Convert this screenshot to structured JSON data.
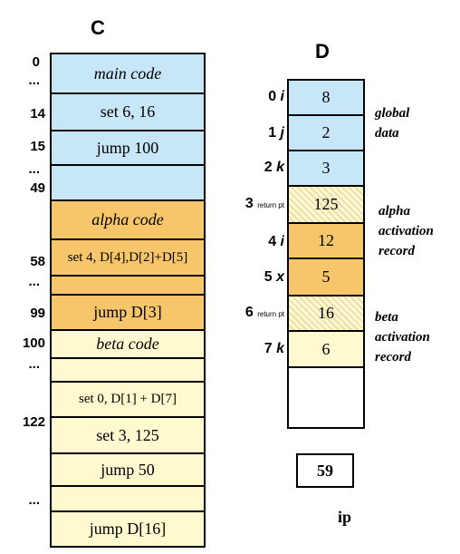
{
  "code_column": {
    "title": "C",
    "address_labels": [
      "0",
      "...",
      "14",
      "15",
      "...",
      "49",
      "58",
      "...",
      "99",
      "100",
      "...",
      "122",
      "..."
    ],
    "cells": [
      "main code",
      "set 6, 16",
      "jump 100",
      "",
      "alpha code",
      "set 4, D[4],D[2]+D[5]",
      "",
      "jump D[3]",
      "beta code",
      "",
      "set 0, D[1] + D[7]",
      "set 3, 125",
      "jump 50",
      "",
      "jump D[16]"
    ]
  },
  "data_column": {
    "title": "D",
    "rows": [
      {
        "index": "0",
        "var": "i",
        "value": "8"
      },
      {
        "index": "1",
        "var": "j",
        "value": "2"
      },
      {
        "index": "2",
        "var": "k",
        "value": "3"
      },
      {
        "index": "3",
        "var": "return pt",
        "value": "125"
      },
      {
        "index": "4",
        "var": "i",
        "value": "12"
      },
      {
        "index": "5",
        "var": "x",
        "value": "5"
      },
      {
        "index": "6",
        "var": "return pt",
        "value": "16"
      },
      {
        "index": "7",
        "var": "k",
        "value": "6"
      }
    ],
    "annotations": {
      "global": [
        "global",
        "data"
      ],
      "alpha": [
        "alpha",
        "activation",
        "record"
      ],
      "beta": [
        "beta",
        "activation",
        "record"
      ]
    }
  },
  "ip": {
    "value": "59",
    "label": "ip"
  },
  "colors": {
    "main": "#c7e6f7",
    "alpha": "#f7c66a",
    "beta": "#fff9cf"
  }
}
